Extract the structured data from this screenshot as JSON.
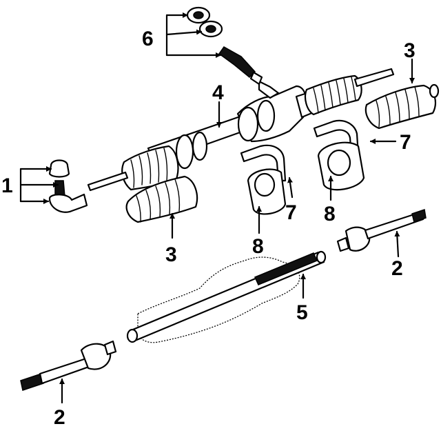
{
  "callouts": [
    {
      "id": "1",
      "text": "1"
    },
    {
      "id": "2a",
      "text": "2"
    },
    {
      "id": "2b",
      "text": "2"
    },
    {
      "id": "3a",
      "text": "3"
    },
    {
      "id": "3b",
      "text": "3"
    },
    {
      "id": "4",
      "text": "4"
    },
    {
      "id": "5",
      "text": "5"
    },
    {
      "id": "6",
      "text": "6"
    },
    {
      "id": "7a",
      "text": "7"
    },
    {
      "id": "7b",
      "text": "7"
    },
    {
      "id": "8a",
      "text": "8"
    },
    {
      "id": "8b",
      "text": "8"
    }
  ]
}
